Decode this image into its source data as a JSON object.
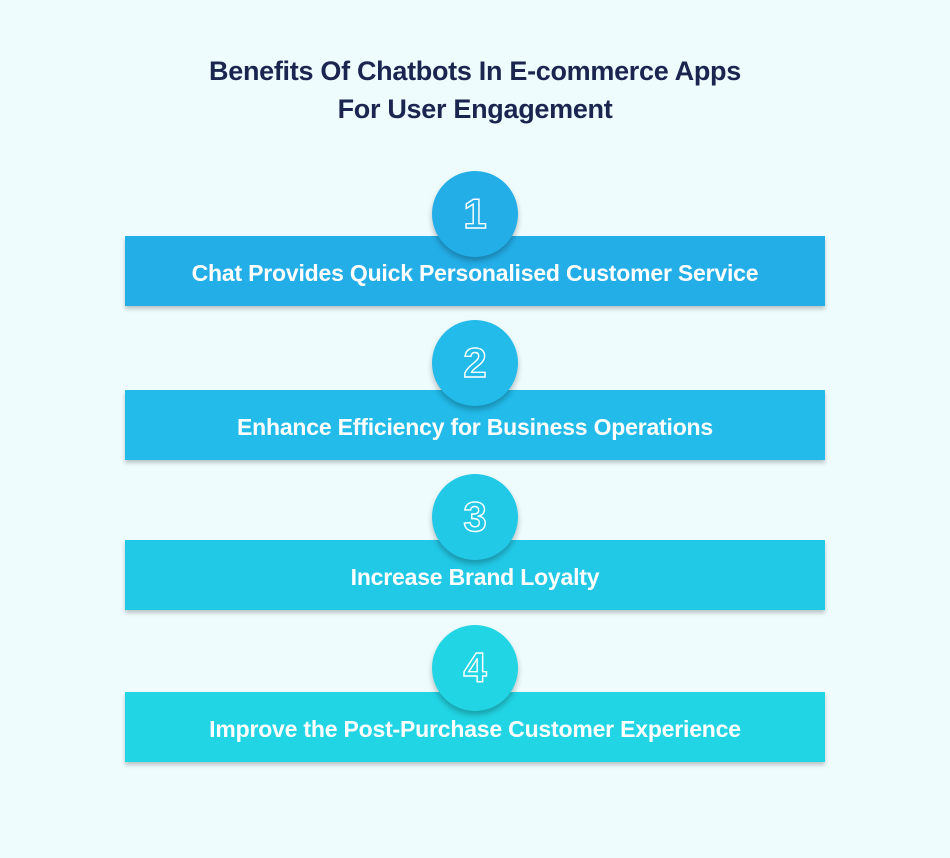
{
  "title": {
    "line1": "Benefits Of Chatbots In E-commerce Apps",
    "line2": "For User Engagement"
  },
  "colors": {
    "background": "#eefcfe",
    "title": "#1a2550",
    "step1": "#23aee8",
    "step2": "#22bbea",
    "step3": "#22c9e6",
    "step4": "#22d5e4"
  },
  "steps": [
    {
      "number": "1",
      "label": "Chat Provides Quick Personalised Customer Service",
      "icon": "number-1-outline"
    },
    {
      "number": "2",
      "label": "Enhance Efficiency for Business Operations",
      "icon": "number-2-outline"
    },
    {
      "number": "3",
      "label": "Increase Brand Loyalty",
      "icon": "number-3-outline"
    },
    {
      "number": "4",
      "label": "Improve the Post-Purchase Customer Experience",
      "icon": "number-4-outline"
    }
  ]
}
